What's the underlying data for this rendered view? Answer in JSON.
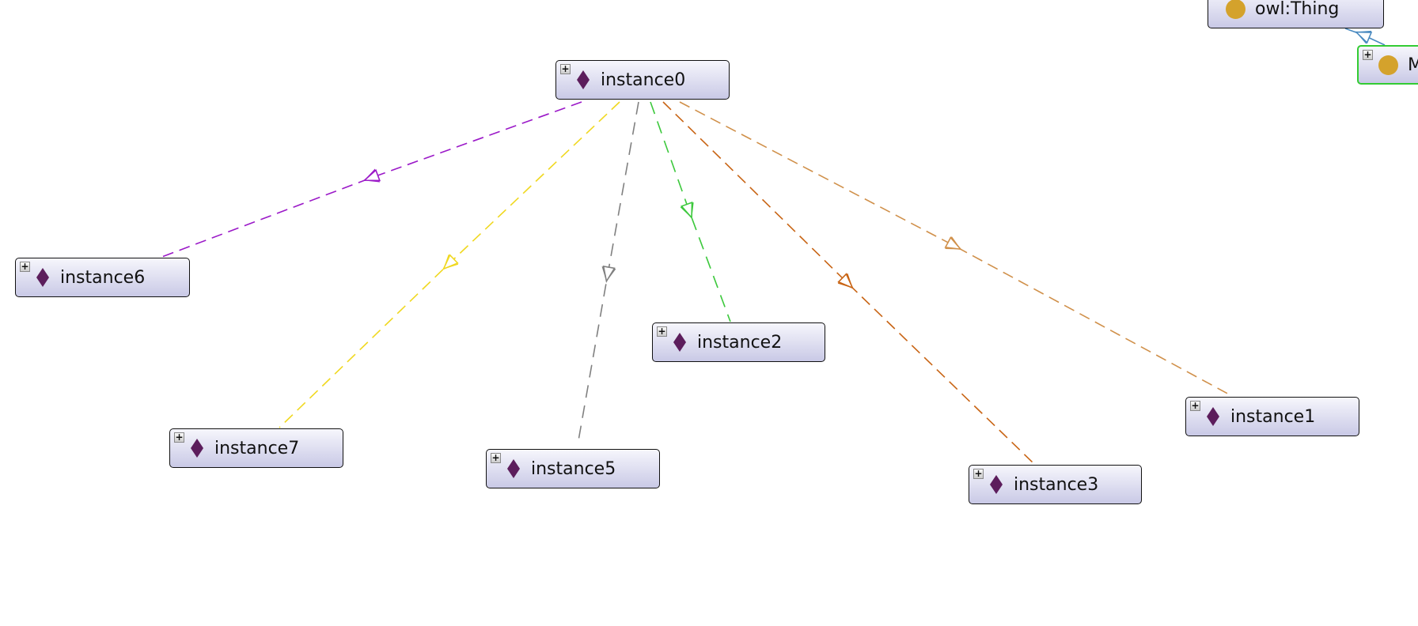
{
  "graph": {
    "classes": [
      {
        "label": "owl:Thing"
      },
      {
        "label": "M"
      }
    ],
    "individuals": [
      {
        "label": "instance0"
      },
      {
        "label": "instance6"
      },
      {
        "label": "instance7"
      },
      {
        "label": "instance5"
      },
      {
        "label": "instance2"
      },
      {
        "label": "instance1"
      },
      {
        "label": "instance3"
      }
    ],
    "expand_icon": "+",
    "edge_colors": {
      "instance6": "#9b19c8",
      "instance7": "#f0d820",
      "instance5": "#808080",
      "instance2": "#3cc83c",
      "instance3": "#c86414",
      "instance1": "#d0904a",
      "subclass": "#4a8ac0"
    }
  }
}
